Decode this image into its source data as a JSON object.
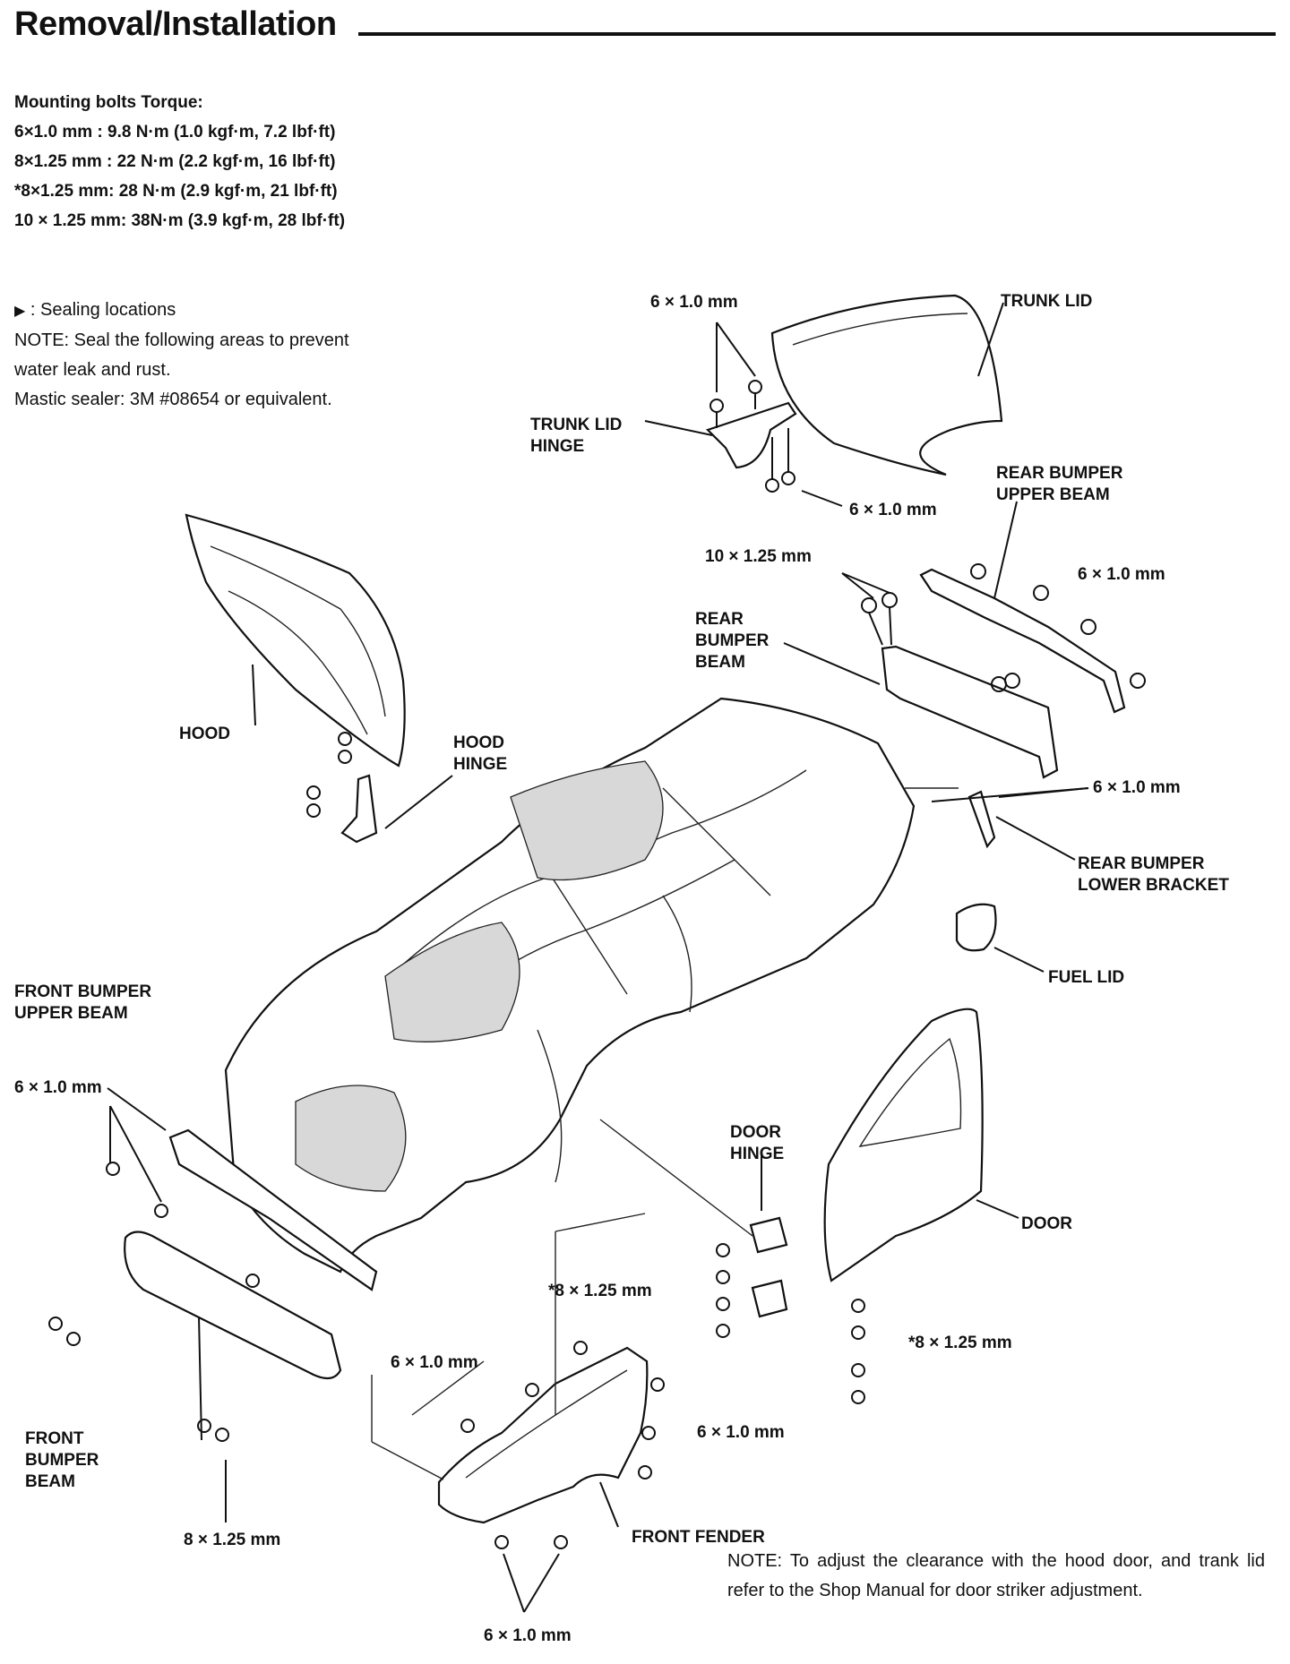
{
  "title": "Removal/Installation",
  "torque": {
    "heading": "Mounting bolts Torque:",
    "rows": [
      "6×1.0 mm    : 9.8 N·m (1.0 kgf·m, 7.2 lbf·ft)",
      "8×1.25 mm  : 22 N·m (2.2 kgf·m, 16 lbf·ft)",
      "*8×1.25 mm: 28 N·m (2.9 kgf·m, 21 lbf·ft)",
      "10 × 1.25 mm: 38N·m (3.9 kgf·m, 28 lbf·ft)"
    ]
  },
  "sealing": {
    "legend": ": Sealing locations",
    "note": "NOTE: Seal the following areas to prevent",
    "note2": "water leak and rust.",
    "mastic": "Mastic sealer: 3M #08654 or equivalent."
  },
  "labels": {
    "trunk_lid": "TRUNK LID",
    "bolt_6_top": "6 × 1.0 mm",
    "trunk_lid_hinge_1": "TRUNK LID",
    "trunk_lid_hinge_2": "HINGE",
    "bolt_6_hinge": "6 × 1.0 mm",
    "rear_bumper_upper_beam_1": "REAR BUMPER",
    "rear_bumper_upper_beam_2": "UPPER BEAM",
    "bolt_10": "10 × 1.25 mm",
    "bolt_6_rear_upper": "6 × 1.0 mm",
    "rear_bumper_beam_1": "REAR",
    "rear_bumper_beam_2": "BUMPER",
    "rear_bumper_beam_3": "BEAM",
    "hood": "HOOD",
    "hood_hinge_1": "HOOD",
    "hood_hinge_2": "HINGE",
    "bolt_6_rear_mid": "6 × 1.0 mm",
    "rear_bumper_lower_bracket_1": "REAR BUMPER",
    "rear_bumper_lower_bracket_2": "LOWER BRACKET",
    "fuel_lid": "FUEL LID",
    "front_bumper_upper_beam_1": "FRONT BUMPER",
    "front_bumper_upper_beam_2": "UPPER BEAM",
    "bolt_6_front": "6 × 1.0 mm",
    "door_hinge_1": "DOOR",
    "door_hinge_2": "HINGE",
    "door": "DOOR",
    "bolt_8s_left": "*8 × 1.25 mm",
    "bolt_8s_right": "*8 × 1.25 mm",
    "bolt_6_fender_top": "6 × 1.0 mm",
    "bolt_6_fender_right": "6 × 1.0 mm",
    "front_bumper_beam_1": "FRONT",
    "front_bumper_beam_2": "BUMPER",
    "front_bumper_beam_3": "BEAM",
    "bolt_8_bottom": "8 × 1.25 mm",
    "front_fender": "FRONT FENDER",
    "bolt_6_bottom": "6 × 1.0 mm"
  },
  "bottom_note": "NOTE: To adjust the clearance with the hood door, and trank lid refer to the Shop Manual for door striker adjustment."
}
